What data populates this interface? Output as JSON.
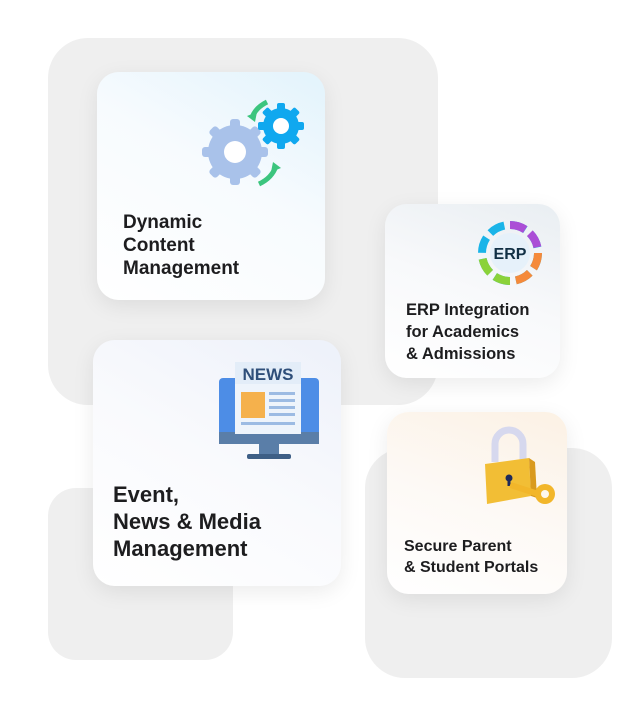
{
  "cards": [
    {
      "icon": "gears-sync-icon",
      "lines": [
        "Dynamic",
        "Content",
        "Management"
      ]
    },
    {
      "icon": "erp-icon",
      "icon_text": "ERP",
      "lines": [
        "ERP Integration",
        "for Academics",
        "& Admissions"
      ]
    },
    {
      "icon": "news-monitor-icon",
      "icon_text": "NEWS",
      "lines": [
        "Event,",
        "News & Media",
        "Management"
      ]
    },
    {
      "icon": "padlock-key-icon",
      "lines": [
        "Secure Parent",
        "& Student Portals"
      ]
    }
  ]
}
